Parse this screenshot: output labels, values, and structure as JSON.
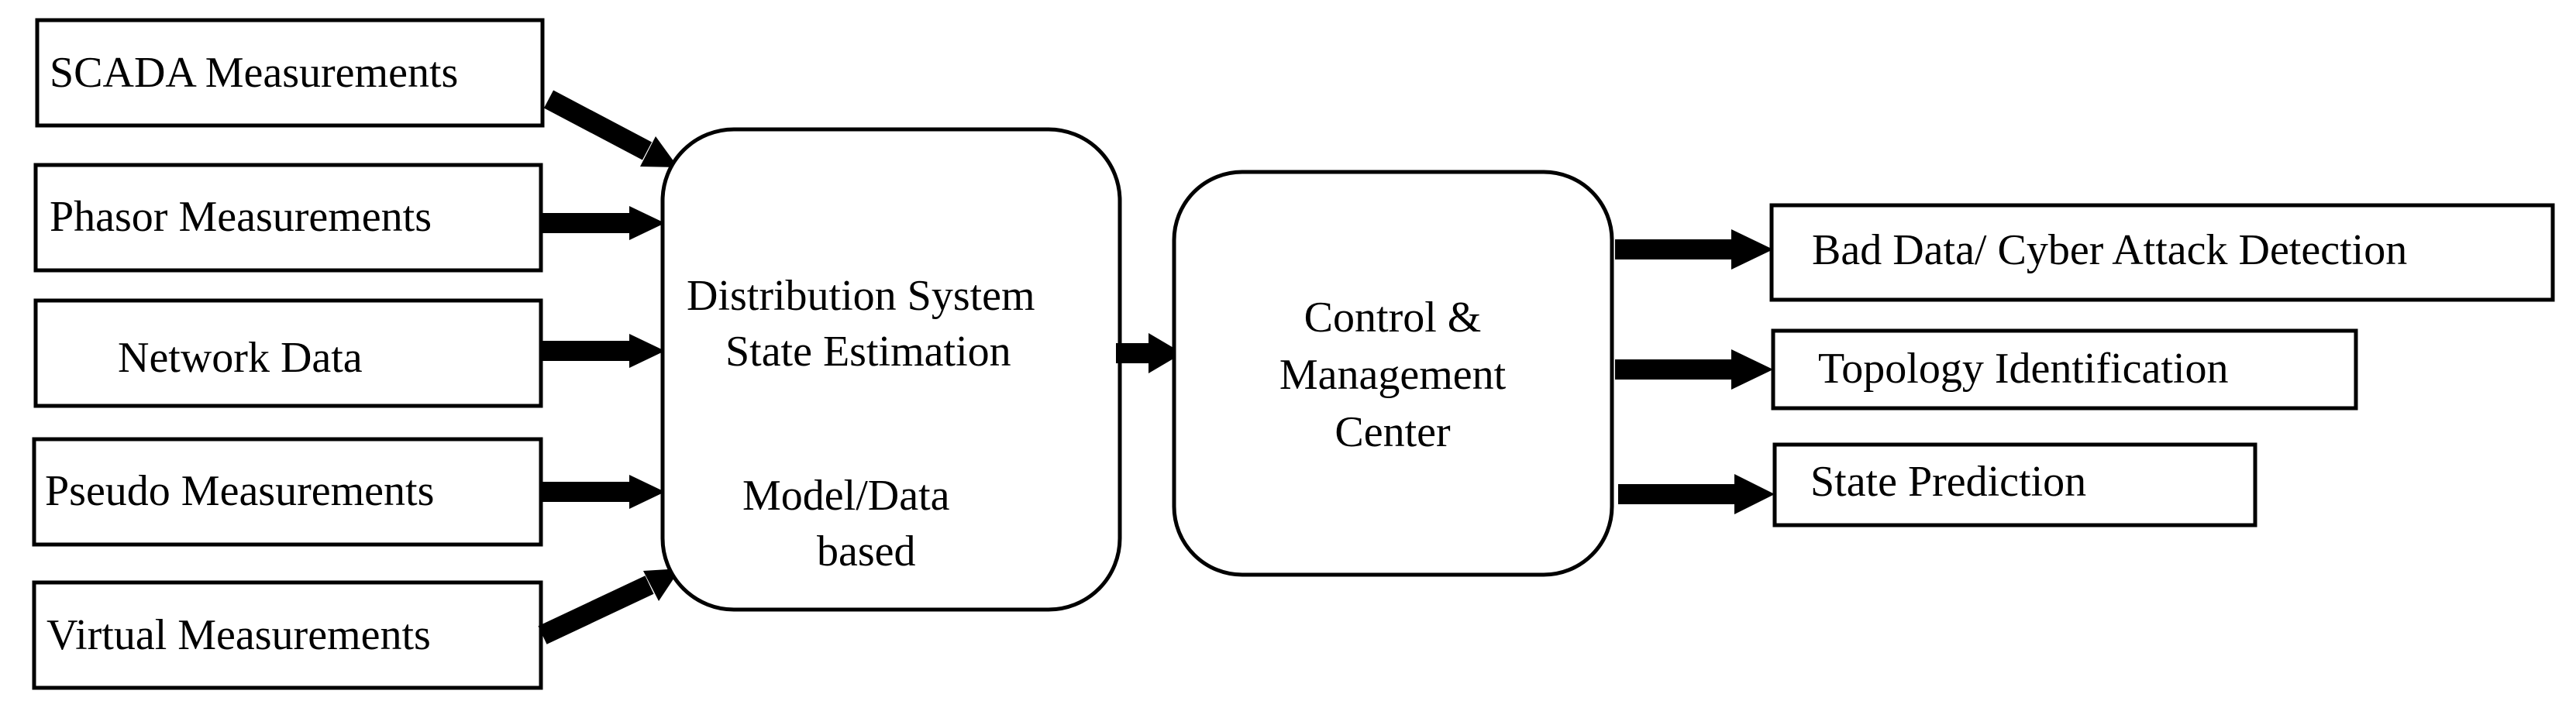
{
  "inputs": [
    "SCADA Measurements",
    "Phasor Measurements",
    "Network Data",
    "Pseudo Measurements",
    "Virtual Measurements"
  ],
  "estimator": {
    "title_line1": "Distribution System",
    "title_line2": "State Estimation",
    "sub_line1": "Model/Data",
    "sub_line2": "based"
  },
  "control": {
    "line1": "Control &",
    "line2": "Management",
    "line3": "Center"
  },
  "outputs": [
    "Bad Data/ Cyber Attack Detection",
    "Topology Identification",
    "State Prediction"
  ]
}
